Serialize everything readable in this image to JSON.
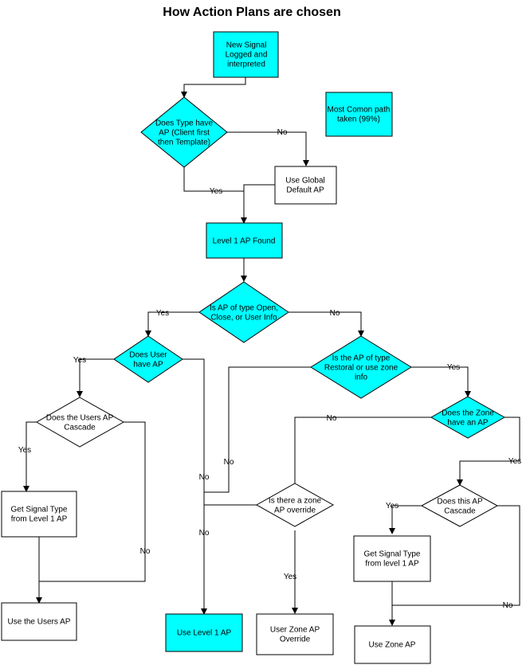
{
  "title": "How Action Plans are chosen",
  "colors": {
    "highlight": "#00ffff",
    "default_fill": "#ffffff",
    "line": "#000000"
  },
  "nodes": {
    "new_signal": [
      "New Signal",
      "Logged and",
      "interpreted"
    ],
    "legend": [
      "Most Comon path",
      "taken (99%)"
    ],
    "type_have_ap": [
      "Does Type have",
      "AP (Client first",
      "then Template)"
    ],
    "global_default": [
      "Use Global",
      "Default AP"
    ],
    "level1_found": [
      "Level 1 AP Found"
    ],
    "ap_type_open": [
      "Is AP of type Open,",
      "Close, or User Info"
    ],
    "user_have_ap": [
      "Does User",
      "have AP"
    ],
    "ap_restoral": [
      "Is the AP of type",
      "Restoral or use zone",
      "info"
    ],
    "users_ap_cascade": [
      "Does the Users AP",
      "Cascade"
    ],
    "zone_have_ap": [
      "Does the Zone",
      "have an AP"
    ],
    "get_signal_left": [
      "Get Signal Type",
      "from Level 1 AP"
    ],
    "zone_override_q": [
      "Is there a zone",
      "AP override"
    ],
    "ap_cascade": [
      "Does this AP",
      "Cascade"
    ],
    "get_signal_right": [
      "Get Signal Type",
      "from level 1 AP"
    ],
    "use_users_ap": [
      "Use the Users AP"
    ],
    "use_level1": [
      "Use Level 1 AP"
    ],
    "user_zone_override": [
      "User Zone AP",
      "Override"
    ],
    "use_zone_ap": [
      "Use Zone AP"
    ]
  },
  "edge_labels": {
    "type_no": "No",
    "type_yes": "Yes",
    "open_yes": "Yes",
    "open_no": "No",
    "user_yes": "Yes",
    "user_no_1": "No",
    "user_no_2": "No",
    "restoral_yes": "Yes",
    "restoral_no": "No",
    "cascade_users_yes": "Yes",
    "cascade_users_no": "No",
    "zone_no": "No",
    "zone_yes": "Yes",
    "override_yes": "Yes",
    "ap_cascade_yes": "Yes",
    "ap_cascade_no": "No"
  }
}
